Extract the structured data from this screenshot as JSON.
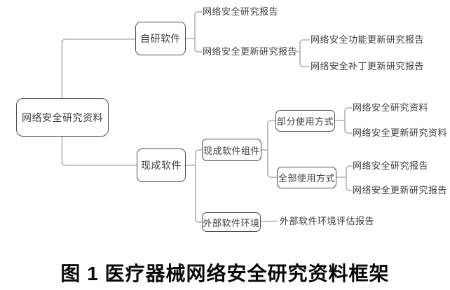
{
  "caption": "图 1 医疗器械网络安全研究资料框架",
  "colors": {
    "box_border": "#4d4d4d",
    "connector": "#b2b2b2",
    "node_text": "#3d3d3d",
    "leaf_text": "#3d3d3d",
    "caption_text": "#0a0a0a",
    "background": "#ffffff"
  },
  "tree": {
    "root": "网络安全研究资料",
    "self_developed": {
      "label": "自研软件",
      "research_report": "网络安全研究报告",
      "update_report": {
        "label": "网络安全更新研究报告",
        "function_update": "网络安全功能更新研究报告",
        "patch_update": "网络安全补丁更新研究报告"
      }
    },
    "off_the_shelf": {
      "label": "现成软件",
      "components": {
        "label": "现成软件组件",
        "partial_use": {
          "label": "部分使用方式",
          "research_materials": "网络安全研究资料",
          "update_materials": "网络安全更新研究资料"
        },
        "full_use": {
          "label": "全部使用方式",
          "research_report": "网络安全研究报告",
          "update_report": "网络安全更新研究报告"
        }
      },
      "external_env": {
        "label": "外部软件环境",
        "assessment_report": "外部软件环境评估报告"
      }
    }
  }
}
